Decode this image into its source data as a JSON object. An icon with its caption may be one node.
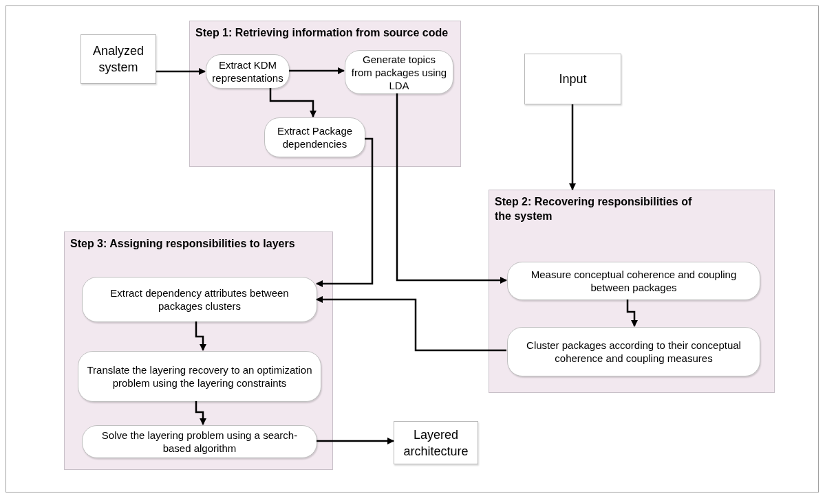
{
  "diagram": {
    "nodes": [
      {
        "text": [
          "Step 1: Retrieving information from source code"
        ]
      },
      {
        "text": [
          "Analyzed system"
        ]
      },
      {
        "text": [
          "Extract KDM representations"
        ],
        "in": 0
      },
      {
        "text": [
          "Generate topics from packages using LDA"
        ],
        "in": 0
      },
      {
        "text": [
          "Extract Package dependencies"
        ],
        "in": 0
      },
      {
        "text": [
          "Input"
        ]
      },
      {
        "text": [
          "Step 2: Recovering responsibilities of the system"
        ]
      },
      {
        "text": [
          "Measure conceptual coherence and coupling between packages"
        ],
        "in": 6
      },
      {
        "text": [
          "Cluster packages according to their conceptual coherence and coupling measures"
        ],
        "in": 6
      },
      {
        "text": [
          "Step 3: Assigning responsibilities to layers"
        ]
      },
      {
        "text": [
          "Extract dependency attributes between packages clusters"
        ],
        "in": 9
      },
      {
        "text": [
          "Translate the layering recovery to an optimization problem using the layering constraints"
        ],
        "in": 9
      },
      {
        "text": [
          "Solve the layering problem using a search-based algorithm"
        ],
        "in": 9
      },
      {
        "text": [
          "Layered architecture"
        ]
      }
    ],
    "edges": [
      {
        "from": 1,
        "to": 2,
        "arrow": "to"
      },
      {
        "from": 2,
        "to": 3,
        "arrow": "to"
      },
      {
        "from": 2,
        "to": 4,
        "arrow": "to"
      },
      {
        "from": 4,
        "to": 10,
        "arrow": "to"
      },
      {
        "from": 3,
        "to": 7,
        "arrow": "to"
      },
      {
        "from": 5,
        "to": 6,
        "arrow": "to"
      },
      {
        "from": 7,
        "to": 8,
        "arrow": "to"
      },
      {
        "from": 8,
        "to": 10,
        "arrow": "to"
      },
      {
        "from": 10,
        "to": 11,
        "arrow": "to"
      },
      {
        "from": 11,
        "to": 12,
        "arrow": "to"
      },
      {
        "from": 12,
        "to": 13,
        "arrow": "to"
      }
    ]
  }
}
